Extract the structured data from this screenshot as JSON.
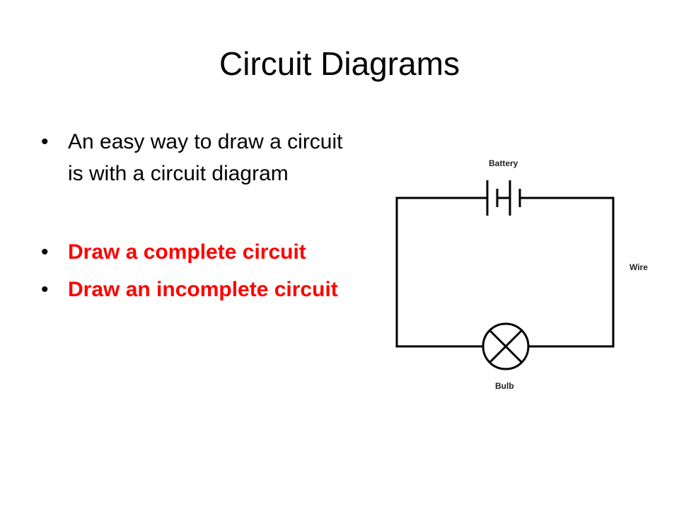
{
  "slide": {
    "title": "Circuit Diagrams",
    "bullets": [
      {
        "text": "An easy way to draw a circuit is with a circuit diagram",
        "style": "plain"
      },
      {
        "text": "Draw a complete circuit",
        "style": "accent"
      },
      {
        "text": "Draw an incomplete circuit",
        "style": "accent"
      }
    ],
    "accent_color": "#ff0000"
  },
  "diagram": {
    "labels": {
      "battery": "Battery",
      "wire": "Wire",
      "bulb": "Bulb"
    },
    "icons": [
      "battery-symbol",
      "bulb-symbol"
    ]
  }
}
